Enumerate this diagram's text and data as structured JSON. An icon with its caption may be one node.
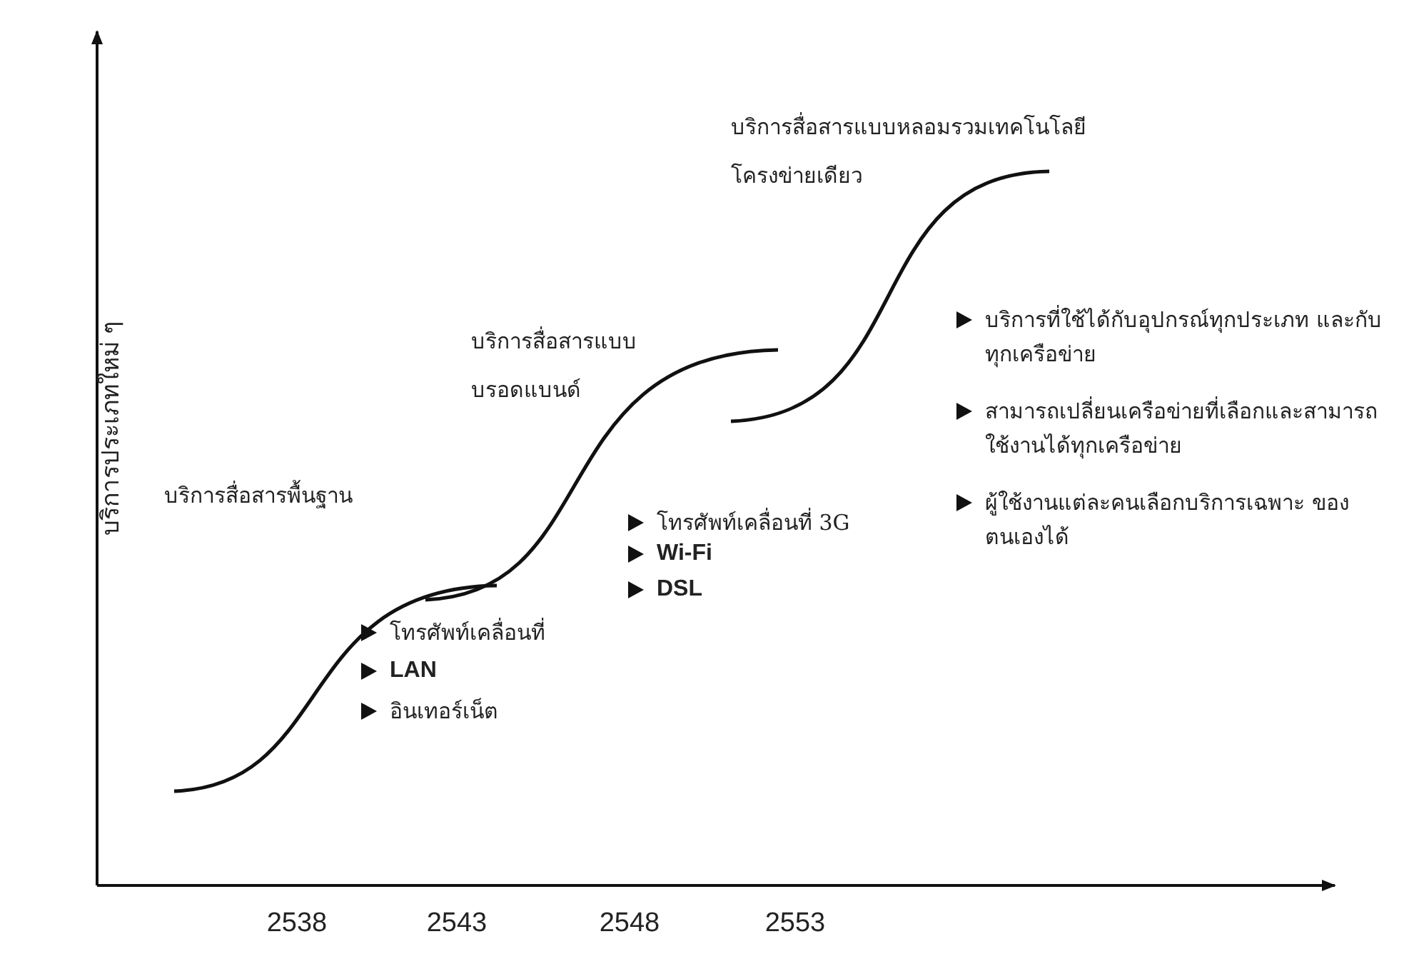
{
  "diagram": {
    "labels": [
      "บริการประเภทใหม่ ๆ",
      "บริการสื่อสารพื้นฐาน",
      "โทรศัพท์เคลื่อนที่",
      "LAN",
      "อินเทอร์เน็ต",
      "บริการสื่อสารแบบ บรอดแบนด์",
      "โทรศัพท์เคลื่อนที่ 3G",
      "Wi-Fi",
      "DSL",
      "บริการสื่อสารแบบหลอมรวมเทคโนโลยี โครงข่ายเดียว",
      "บริการที่ใช้ได้กับอุปกรณ์ทุกประเภท และกับทุกเครือข่าย",
      "สามารถเปลี่ยนเครือข่ายที่เลือกและสามารถ ใช้งานได้ทุกเครือข่าย",
      "ผู้ใช้งานแต่ละคนเลือกบริการเฉพาะ ของตนเองได้",
      "2538",
      "2543",
      "2548",
      "2553"
    ]
  }
}
